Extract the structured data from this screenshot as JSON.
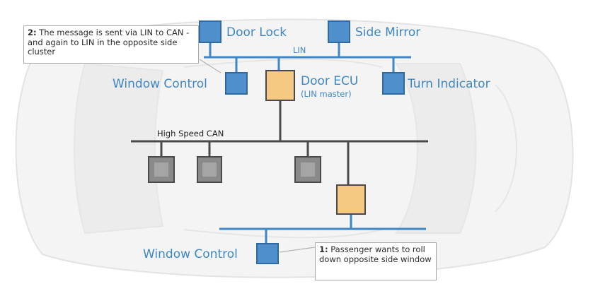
{
  "diagram": {
    "nodes": {
      "door_lock": "Door Lock",
      "side_mirror": "Side Mirror",
      "window_control_top": "Window Control",
      "door_ecu": "Door ECU",
      "door_ecu_sub": "(LIN master)",
      "turn_indicator": "Turn Indicator",
      "window_control_bottom": "Window Control"
    },
    "buses": {
      "lin": "LIN",
      "can": "High Speed CAN"
    },
    "notes": {
      "note2_num": "2:",
      "note2_text": " The message is sent via LIN to CAN - and again to LIN in the opposite side cluster",
      "note1_num": "1:",
      "note1_text": " Passenger wants to roll down opposite side window"
    }
  },
  "colors": {
    "bus": "#3e87c4",
    "can_bus": "#4a4a4a",
    "lin_node": "#4f8fcb",
    "ecu": "#f5c884",
    "can_node": "#9a9a9a",
    "text": "#3e87c4"
  }
}
